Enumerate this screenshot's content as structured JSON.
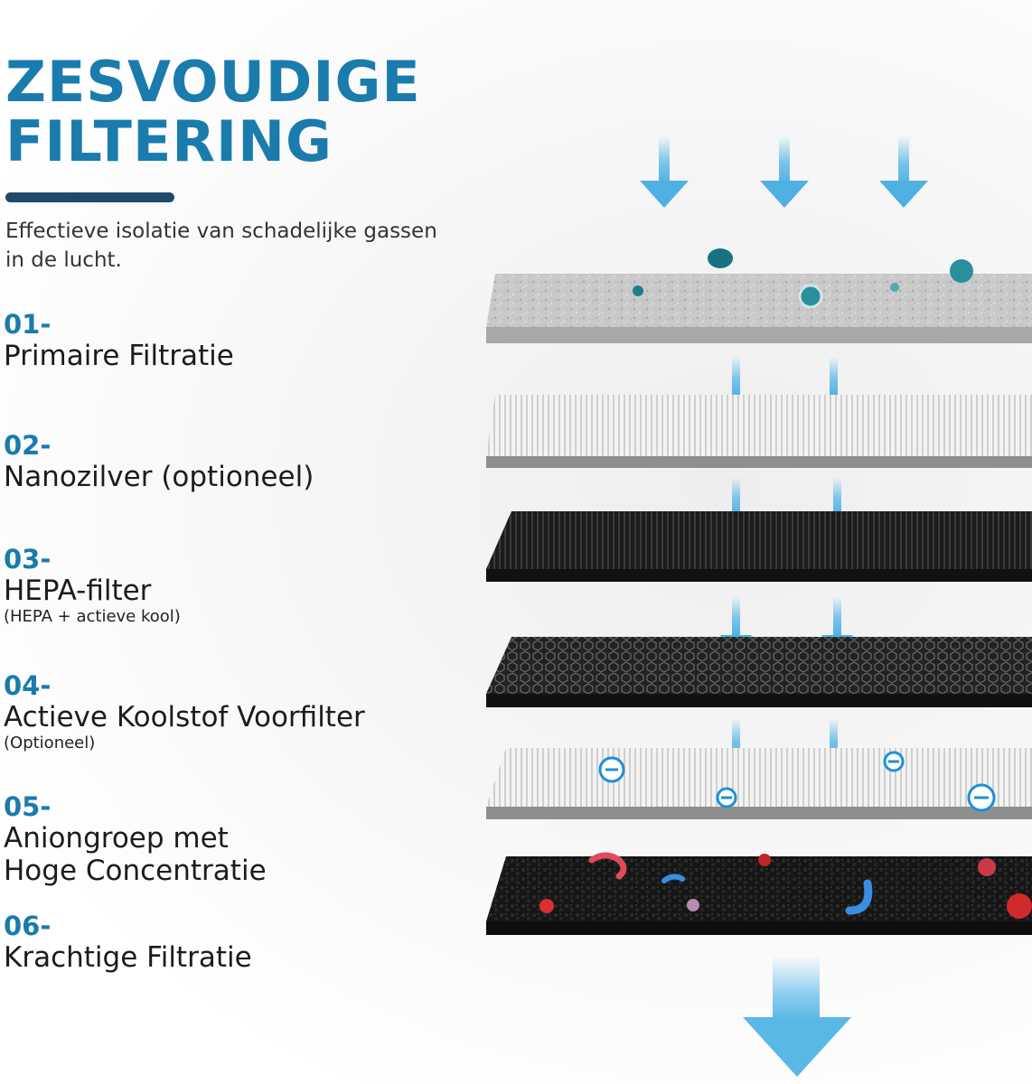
{
  "heading": {
    "line1": "ZESVOUDIGE",
    "line2": "FILTERING"
  },
  "subtitle": "Effectieve isolatie van schadelijke gassen in de lucht.",
  "steps": [
    {
      "number": "01-",
      "label": "Primaire Filtratie"
    },
    {
      "number": "02-",
      "label": "Nanozilver (optioneel)"
    },
    {
      "number": "03-",
      "label": "HEPA-filter",
      "note": "(HEPA + actieve kool)"
    },
    {
      "number": "04-",
      "label": "Actieve Koolstof Voorfilter",
      "note": "(Optioneel)"
    },
    {
      "number": "05-",
      "label_line1": "Aniongroep met",
      "label_line2": "Hoge Concentratie"
    },
    {
      "number": "06-",
      "label": "Krachtige Filtratie"
    }
  ],
  "colors": {
    "accent": "#1a7bad",
    "underline": "#1f4a6b",
    "arrow": "#5ab8e6"
  },
  "icons": [
    "down-arrow-icon",
    "dust-particle-icon",
    "anion-icon",
    "bacteria-icon"
  ]
}
